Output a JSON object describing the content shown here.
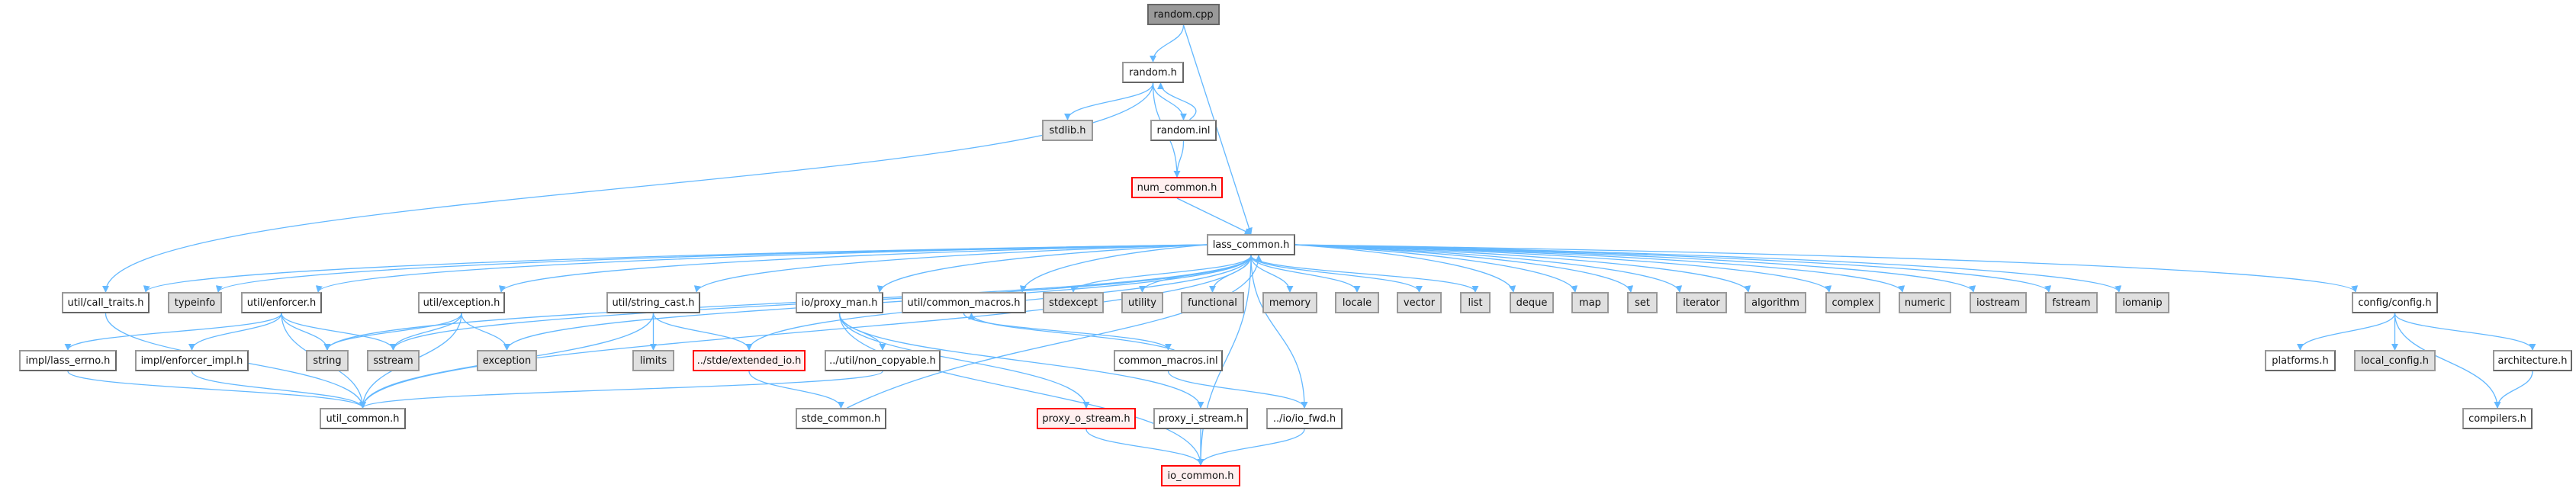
{
  "graph": {
    "edge_color": "#63b8ff",
    "nodes": [
      {
        "id": "random_cpp",
        "label": "random.cpp",
        "kind": "root"
      },
      {
        "id": "random_h",
        "label": "random.h",
        "kind": "normal"
      },
      {
        "id": "stdlib_h",
        "label": "stdlib.h",
        "kind": "sys"
      },
      {
        "id": "random_inl",
        "label": "random.inl",
        "kind": "normal"
      },
      {
        "id": "num_common",
        "label": "num_common.h",
        "kind": "red"
      },
      {
        "id": "lass_common",
        "label": "lass_common.h",
        "kind": "normal"
      },
      {
        "id": "call_traits",
        "label": "util/call_traits.h",
        "kind": "normal"
      },
      {
        "id": "typeinfo",
        "label": "typeinfo",
        "kind": "sys"
      },
      {
        "id": "enforcer",
        "label": "util/enforcer.h",
        "kind": "normal"
      },
      {
        "id": "exception_h",
        "label": "util/exception.h",
        "kind": "normal"
      },
      {
        "id": "string_cast",
        "label": "util/string_cast.h",
        "kind": "normal"
      },
      {
        "id": "proxy_man",
        "label": "io/proxy_man.h",
        "kind": "normal"
      },
      {
        "id": "common_macros",
        "label": "util/common_macros.h",
        "kind": "normal"
      },
      {
        "id": "stdexcept",
        "label": "stdexcept",
        "kind": "sys"
      },
      {
        "id": "utility",
        "label": "utility",
        "kind": "sys"
      },
      {
        "id": "functional",
        "label": "functional",
        "kind": "sys"
      },
      {
        "id": "memory",
        "label": "memory",
        "kind": "sys"
      },
      {
        "id": "locale",
        "label": "locale",
        "kind": "sys"
      },
      {
        "id": "vector",
        "label": "vector",
        "kind": "sys"
      },
      {
        "id": "list",
        "label": "list",
        "kind": "sys"
      },
      {
        "id": "deque",
        "label": "deque",
        "kind": "sys"
      },
      {
        "id": "map",
        "label": "map",
        "kind": "sys"
      },
      {
        "id": "set",
        "label": "set",
        "kind": "sys"
      },
      {
        "id": "iterator",
        "label": "iterator",
        "kind": "sys"
      },
      {
        "id": "algorithm",
        "label": "algorithm",
        "kind": "sys"
      },
      {
        "id": "complex",
        "label": "complex",
        "kind": "sys"
      },
      {
        "id": "numeric",
        "label": "numeric",
        "kind": "sys"
      },
      {
        "id": "iostream",
        "label": "iostream",
        "kind": "sys"
      },
      {
        "id": "fstream",
        "label": "fstream",
        "kind": "sys"
      },
      {
        "id": "iomanip",
        "label": "iomanip",
        "kind": "sys"
      },
      {
        "id": "config",
        "label": "config/config.h",
        "kind": "normal"
      },
      {
        "id": "lass_errno",
        "label": "impl/lass_errno.h",
        "kind": "normal"
      },
      {
        "id": "enforcer_impl",
        "label": "impl/enforcer_impl.h",
        "kind": "normal"
      },
      {
        "id": "string",
        "label": "string",
        "kind": "sys"
      },
      {
        "id": "sstream",
        "label": "sstream",
        "kind": "sys"
      },
      {
        "id": "exception",
        "label": "exception",
        "kind": "sys"
      },
      {
        "id": "limits",
        "label": "limits",
        "kind": "sys"
      },
      {
        "id": "extended_io",
        "label": "../stde/extended_io.h",
        "kind": "red"
      },
      {
        "id": "non_copyable",
        "label": "../util/non_copyable.h",
        "kind": "normal"
      },
      {
        "id": "common_macros_inl",
        "label": "common_macros.inl",
        "kind": "normal"
      },
      {
        "id": "platforms",
        "label": "platforms.h",
        "kind": "normal"
      },
      {
        "id": "local_config",
        "label": "local_config.h",
        "kind": "sys"
      },
      {
        "id": "architecture",
        "label": "architecture.h",
        "kind": "normal"
      },
      {
        "id": "util_common",
        "label": "util_common.h",
        "kind": "normal"
      },
      {
        "id": "stde_common",
        "label": "stde_common.h",
        "kind": "normal"
      },
      {
        "id": "proxy_o_stream",
        "label": "proxy_o_stream.h",
        "kind": "red"
      },
      {
        "id": "proxy_i_stream",
        "label": "proxy_i_stream.h",
        "kind": "normal"
      },
      {
        "id": "io_fwd",
        "label": "../io/io_fwd.h",
        "kind": "normal"
      },
      {
        "id": "compilers",
        "label": "compilers.h",
        "kind": "normal"
      },
      {
        "id": "io_common",
        "label": "io_common.h",
        "kind": "red"
      }
    ],
    "edges": [
      [
        "random_cpp",
        "random_h"
      ],
      [
        "random_cpp",
        "lass_common"
      ],
      [
        "random_h",
        "stdlib_h"
      ],
      [
        "random_h",
        "random_inl"
      ],
      [
        "random_h",
        "num_common"
      ],
      [
        "random_h",
        "call_traits"
      ],
      [
        "random_inl",
        "random_h"
      ],
      [
        "random_inl",
        "num_common"
      ],
      [
        "num_common",
        "lass_common"
      ],
      [
        "lass_common",
        "call_traits"
      ],
      [
        "lass_common",
        "typeinfo"
      ],
      [
        "lass_common",
        "enforcer"
      ],
      [
        "lass_common",
        "exception_h"
      ],
      [
        "lass_common",
        "string_cast"
      ],
      [
        "lass_common",
        "proxy_man"
      ],
      [
        "lass_common",
        "common_macros"
      ],
      [
        "lass_common",
        "stdexcept"
      ],
      [
        "lass_common",
        "utility"
      ],
      [
        "lass_common",
        "functional"
      ],
      [
        "lass_common",
        "memory"
      ],
      [
        "lass_common",
        "locale"
      ],
      [
        "lass_common",
        "vector"
      ],
      [
        "lass_common",
        "list"
      ],
      [
        "lass_common",
        "deque"
      ],
      [
        "lass_common",
        "map"
      ],
      [
        "lass_common",
        "set"
      ],
      [
        "lass_common",
        "iterator"
      ],
      [
        "lass_common",
        "algorithm"
      ],
      [
        "lass_common",
        "complex"
      ],
      [
        "lass_common",
        "numeric"
      ],
      [
        "lass_common",
        "iostream"
      ],
      [
        "lass_common",
        "fstream"
      ],
      [
        "lass_common",
        "iomanip"
      ],
      [
        "lass_common",
        "config"
      ],
      [
        "lass_common",
        "string"
      ],
      [
        "lass_common",
        "sstream"
      ],
      [
        "lass_common",
        "exception"
      ],
      [
        "lass_common",
        "util_common"
      ],
      [
        "lass_common",
        "extended_io"
      ],
      [
        "lass_common",
        "io_fwd"
      ],
      [
        "lass_common",
        "io_common"
      ],
      [
        "stde_common",
        "lass_common"
      ],
      [
        "call_traits",
        "util_common"
      ],
      [
        "enforcer",
        "lass_errno"
      ],
      [
        "enforcer",
        "enforcer_impl"
      ],
      [
        "enforcer",
        "string"
      ],
      [
        "enforcer",
        "sstream"
      ],
      [
        "enforcer",
        "util_common"
      ],
      [
        "lass_errno",
        "util_common"
      ],
      [
        "enforcer_impl",
        "util_common"
      ],
      [
        "exception_h",
        "string"
      ],
      [
        "exception_h",
        "sstream"
      ],
      [
        "exception_h",
        "exception"
      ],
      [
        "exception_h",
        "util_common"
      ],
      [
        "string_cast",
        "limits"
      ],
      [
        "string_cast",
        "extended_io"
      ],
      [
        "string_cast",
        "util_common"
      ],
      [
        "extended_io",
        "stde_common"
      ],
      [
        "non_copyable",
        "util_common"
      ],
      [
        "proxy_man",
        "non_copyable"
      ],
      [
        "proxy_man",
        "proxy_o_stream"
      ],
      [
        "proxy_man",
        "proxy_i_stream"
      ],
      [
        "proxy_man",
        "io_common"
      ],
      [
        "common_macros",
        "common_macros_inl"
      ],
      [
        "common_macros_inl",
        "common_macros"
      ],
      [
        "common_macros_inl",
        "io_fwd"
      ],
      [
        "proxy_o_stream",
        "io_common"
      ],
      [
        "proxy_i_stream",
        "io_common"
      ],
      [
        "io_fwd",
        "io_common"
      ],
      [
        "config",
        "platforms"
      ],
      [
        "config",
        "local_config"
      ],
      [
        "config",
        "architecture"
      ],
      [
        "config",
        "compilers"
      ],
      [
        "architecture",
        "compilers"
      ]
    ]
  }
}
